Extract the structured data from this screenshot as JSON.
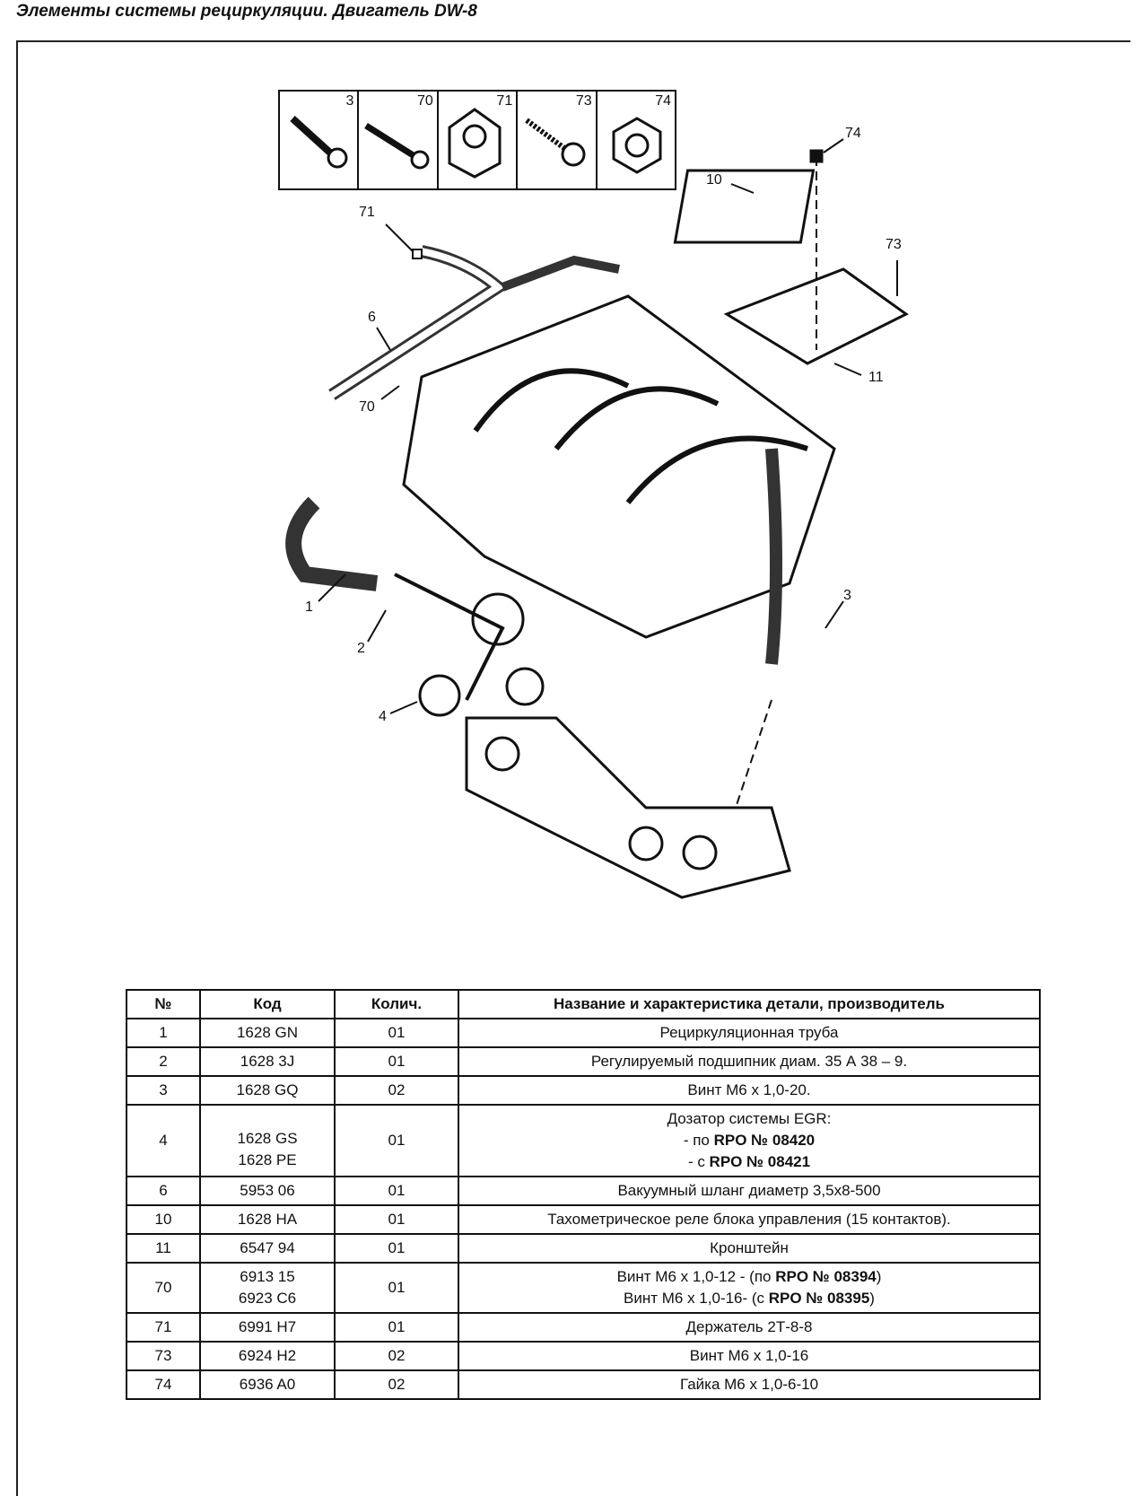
{
  "title": "Элементы системы рециркуляции. Двигатель DW-8",
  "parts_strip": [
    "3",
    "70",
    "71",
    "73",
    "74"
  ],
  "callouts": {
    "c74": "74",
    "c10": "10",
    "c73": "73",
    "c71": "71",
    "c6": "6",
    "c70": "70",
    "c11": "11",
    "c1": "1",
    "c2": "2",
    "c3": "3",
    "c4": "4"
  },
  "table": {
    "headers": [
      "№",
      "Код",
      "Колич.",
      "Название и характеристика детали, производитель"
    ],
    "rows": [
      {
        "no": "1",
        "code": "1628 GN",
        "qty": "01",
        "desc": "Рециркуляционная труба"
      },
      {
        "no": "2",
        "code": "1628 3J",
        "qty": "01",
        "desc": "Регулируемый подшипник диам. 35 А 38 – 9."
      },
      {
        "no": "3",
        "code": "1628 GQ",
        "qty": "02",
        "desc": "Винт М6 х 1,0-20."
      },
      {
        "no": "4",
        "code": "1628 GS",
        "code2": "1628 PE",
        "qty": "01",
        "desc": "Дозатор системы EGR:",
        "l2a": "- по ",
        "l2b": "RPO № 08420",
        "l3a": "- с ",
        "l3b": "RPO № 08421"
      },
      {
        "no": "6",
        "code": "5953 06",
        "qty": "01",
        "desc": "Вакуумный шланг диаметр 3,5х8-500"
      },
      {
        "no": "10",
        "code": "1628 HA",
        "qty": "01",
        "desc": "Тахометрическое реле блока управления (15 контактов)."
      },
      {
        "no": "11",
        "code": "6547 94",
        "qty": "01",
        "desc": "Кронштейн"
      },
      {
        "no": "70",
        "code": "6913 15",
        "code2": "6923 C6",
        "qty": "01",
        "l1a": "Винт М6 х 1,0-12 - (по ",
        "l1b": "RPO № 08394",
        "l1c": ")",
        "l2a": "Винт М6 х 1,0-16- (с ",
        "l2b": "RPO № 08395",
        "l2c": ")"
      },
      {
        "no": "71",
        "code": "6991 H7",
        "qty": "01",
        "desc": "Держатель 2Т-8-8"
      },
      {
        "no": "73",
        "code": "6924 H2",
        "qty": "02",
        "desc": "Винт М6 х 1,0-16"
      },
      {
        "no": "74",
        "code": "6936 A0",
        "qty": "02",
        "desc": "Гайка М6 х 1,0-6-10"
      }
    ]
  }
}
